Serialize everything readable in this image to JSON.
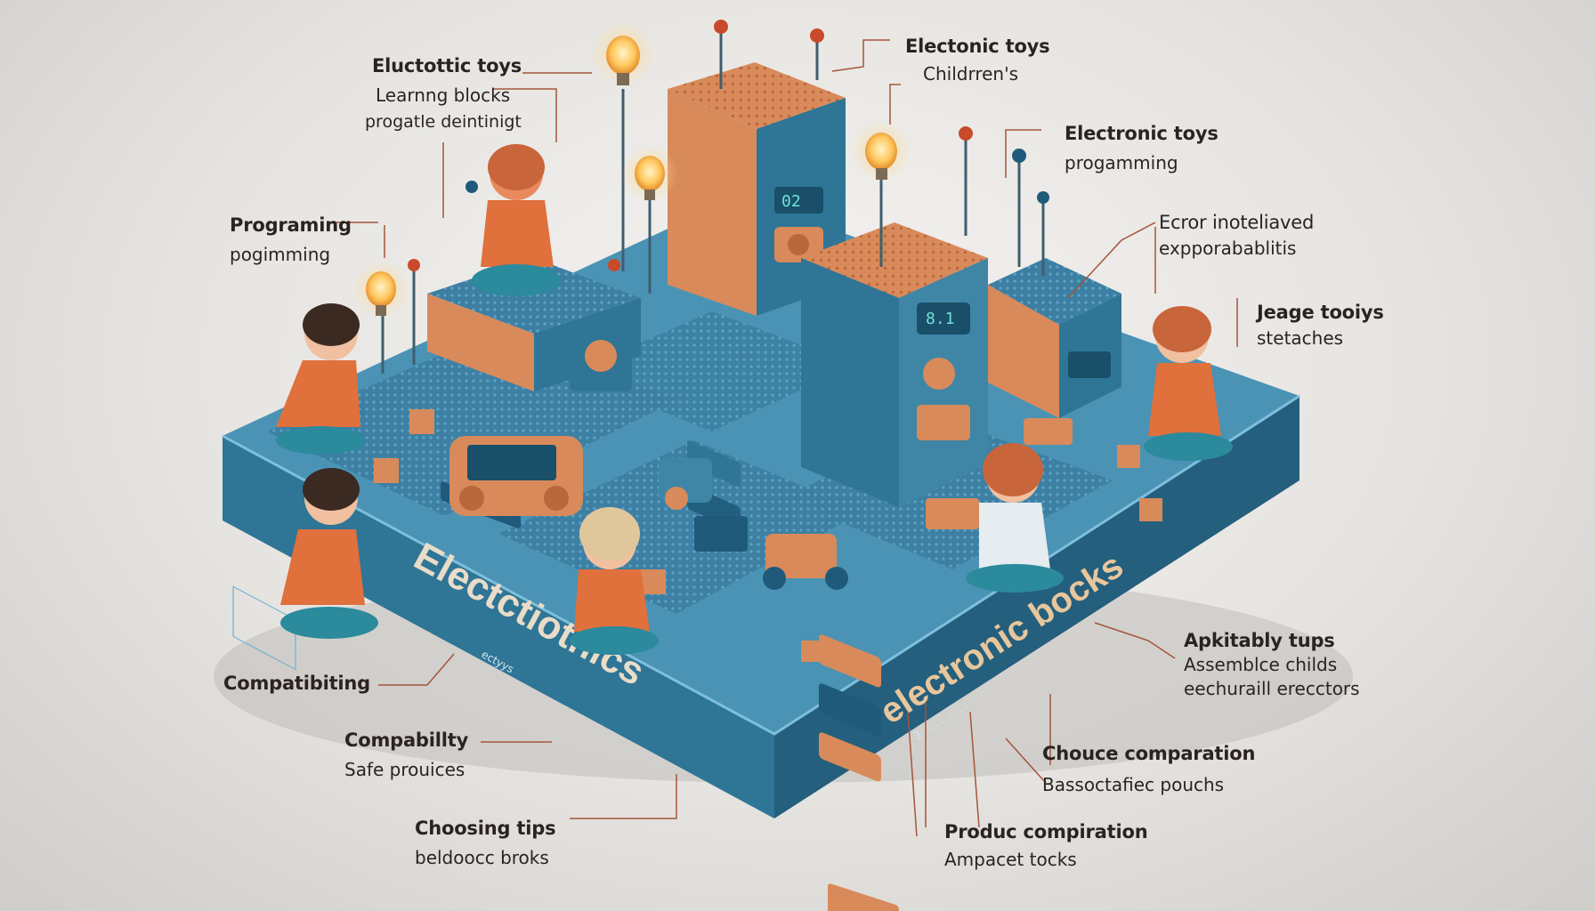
{
  "palette": {
    "box_top": "#3f86a6",
    "box_front": "#2f7596",
    "box_side": "#245f7d",
    "orange": "#d98a5a",
    "orange_dark": "#b9673c",
    "blue_dark": "#1f5a7a",
    "shirt": "#e0703c",
    "pants": "#2b8a9c",
    "glow": "#ffd27a"
  },
  "box": {
    "front_text": "Electctiothics",
    "front_sub": "ectyys",
    "side_text": "electronic bocks",
    "side_sub": "3 ... ... ... ..."
  },
  "labels": {
    "l1": {
      "title": "Eluctottic toys",
      "line1": "Learnng blocks",
      "line2": "progatle deintinigt"
    },
    "l2": {
      "title": "Electonic toys",
      "line1": "Childrren's"
    },
    "l3": {
      "title": "Electronic toys",
      "line1": "progamming"
    },
    "l4": {
      "title": "Ecror inoteliaved",
      "line1": "expporabablitis"
    },
    "l5": {
      "title": "Jeage tooiys",
      "line1": "stetaches"
    },
    "l6": {
      "title": "Programing",
      "line1": "pogimming"
    },
    "l7": {
      "title": "Compatibiting"
    },
    "l8": {
      "title": "Compabillty",
      "line1": "Safe prouices"
    },
    "l9": {
      "title": "Choosing tips",
      "line1": "beldoocc broks"
    },
    "l10": {
      "title": "Apkitably tups",
      "line1": "Assemblce childs",
      "line2": "eechuraill erecctors"
    },
    "l11": {
      "title": "Chouce comparation",
      "line1": "Bassoctafiec pouchs"
    },
    "l12": {
      "title": "Produc compiration",
      "line1": "Ampacet tocks"
    }
  }
}
